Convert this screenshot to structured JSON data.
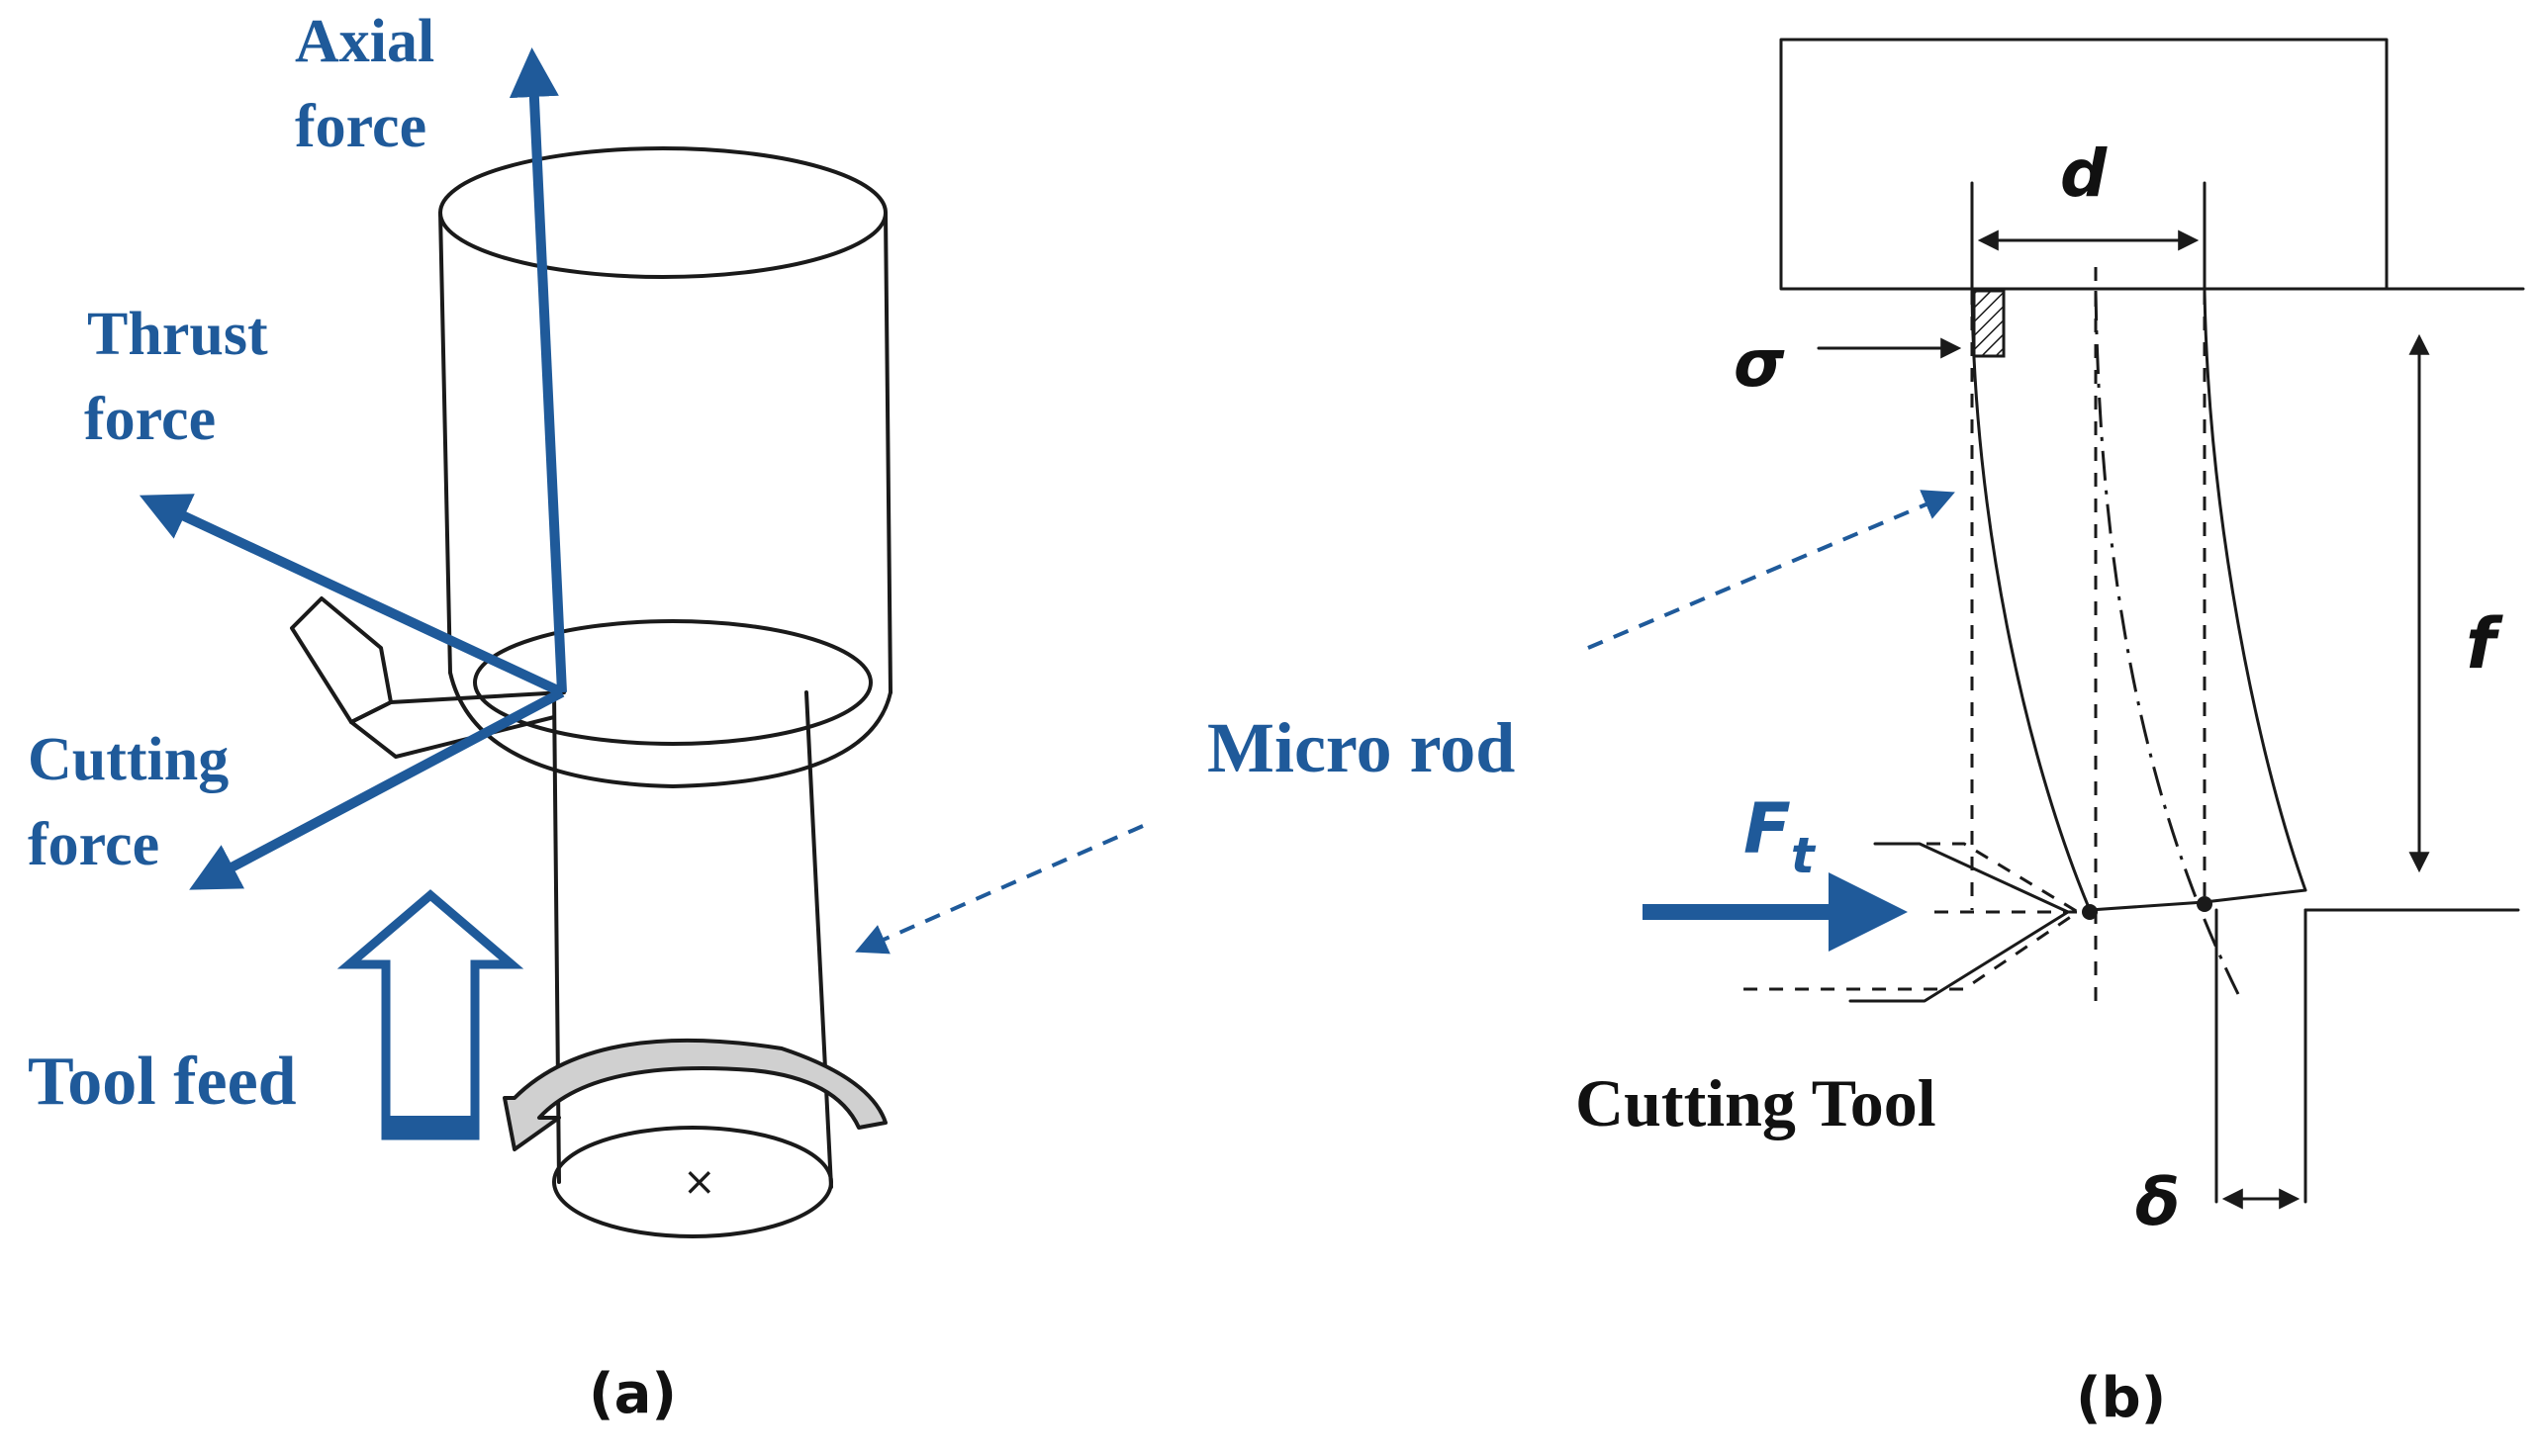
{
  "panel_a": {
    "caption": "(a)",
    "labels": {
      "axial_force_line1": "Axial",
      "axial_force_line2": "force",
      "thrust_force_line1": "Thrust",
      "thrust_force_line2": "force",
      "cutting_force_line1": "Cutting",
      "cutting_force_line2": "force",
      "tool_feed": "Tool feed"
    }
  },
  "center": {
    "micro_rod": "Micro rod"
  },
  "panel_b": {
    "caption": "(b)",
    "symbols": {
      "diameter": "d",
      "stress": "σ",
      "length": "f",
      "force": "F",
      "force_subscript": "t",
      "deflection": "δ"
    },
    "cutting_tool": "Cutting Tool"
  },
  "colors": {
    "accent_blue": "#1f5a9a",
    "ink": "#1a1a1a"
  }
}
